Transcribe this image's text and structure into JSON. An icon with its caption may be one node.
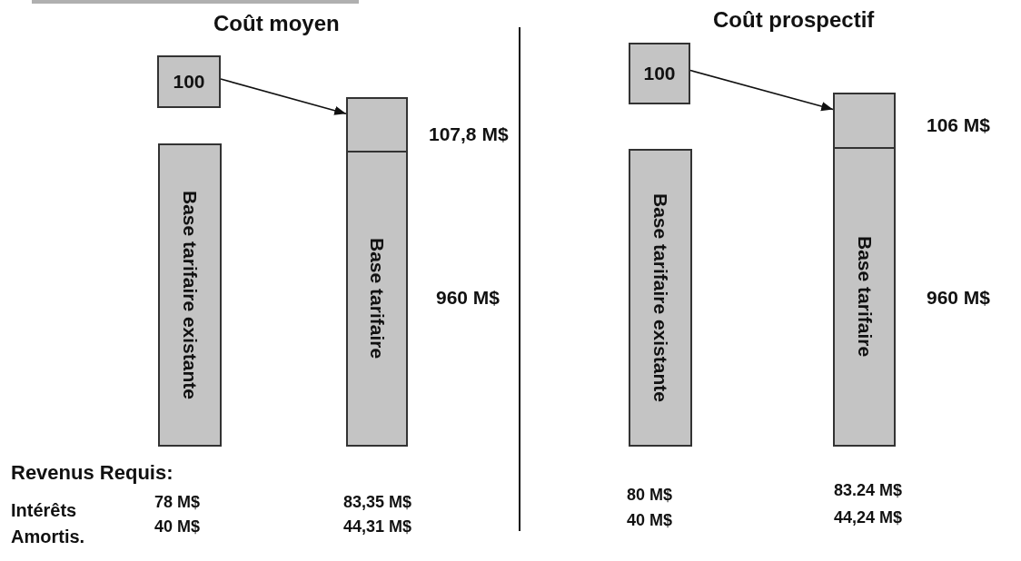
{
  "diagram": {
    "nodes": [
      {
        "text": [
          "100"
        ]
      },
      {
        "text": [
          "Base tarifaire existante"
        ]
      },
      {
        "text": [],
        "shape": "box",
        "beside": [
          "107,8 M$"
        ]
      },
      {
        "text": [
          "Base tarifaire"
        ],
        "beside": [
          "960 M$"
        ]
      },
      {
        "text": [
          "100"
        ]
      },
      {
        "text": [
          "Base tarifaire existante"
        ]
      },
      {
        "text": [],
        "shape": "box",
        "beside": [
          "106 M$"
        ]
      },
      {
        "text": [
          "Base tarifaire"
        ],
        "beside": [
          "960 M$"
        ]
      }
    ],
    "edges": [
      {
        "from": 0,
        "to": 2,
        "arrow": "to"
      },
      {
        "from": 4,
        "to": 6,
        "arrow": "to"
      }
    ],
    "labels": [
      "Coût moyen",
      "Coût prospectif",
      "Revenus Requis:",
      "Intérêts",
      "78 M$",
      "83,35 M$",
      "80 M$",
      "83.24 M$",
      "Amortis.",
      "40 M$",
      "44,31 M$",
      "40 M$",
      "44,24 M$"
    ]
  }
}
